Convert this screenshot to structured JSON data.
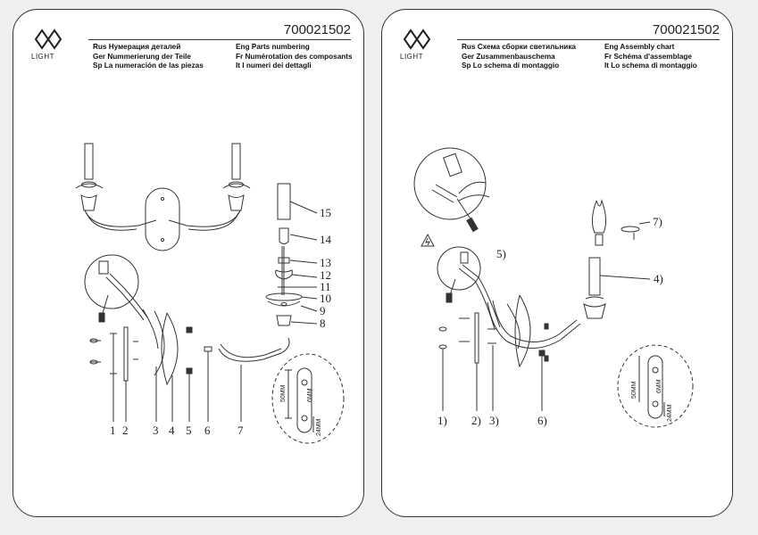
{
  "left_page": {
    "logo_text": "LIGHT",
    "code": "700021502",
    "rows": [
      [
        "Rus Нумерация деталей",
        "Eng Parts numbering"
      ],
      [
        "Ger Nummerierung der Teile",
        "Fr Numérotation des composants"
      ],
      [
        "Sp La numeración de las piezas",
        "It I numeri dei dettagli"
      ]
    ],
    "part_numbers": [
      "1",
      "2",
      "3",
      "4",
      "5",
      "6",
      "7",
      "8",
      "9",
      "10",
      "11",
      "12",
      "13",
      "14",
      "15"
    ],
    "dims": [
      "50MM",
      "6MM",
      "24MM"
    ]
  },
  "right_page": {
    "logo_text": "LIGHT",
    "code": "700021502",
    "rows": [
      [
        "Rus Схема сборки светильника",
        "Eng Assembly chart"
      ],
      [
        "Ger Zusammenbauschema",
        "Fr Schéma d'assemblage"
      ],
      [
        "Sp Lo schema di montaggio",
        "It Lo schema di montaggio"
      ]
    ],
    "step_labels": [
      "1)",
      "2)",
      "3)",
      "4)",
      "5)",
      "6)",
      "7)"
    ],
    "dims": [
      "50MM",
      "6MM",
      "24MM"
    ]
  }
}
